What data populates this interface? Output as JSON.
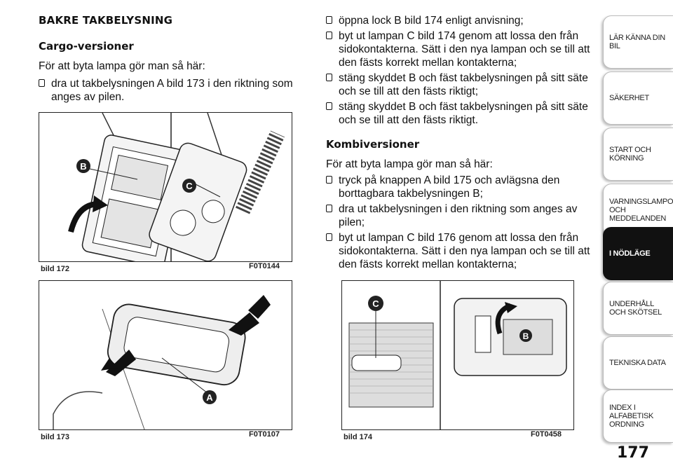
{
  "left": {
    "heading": "BAKRE TAKBELYSNING",
    "subheading": "Cargo-versioner",
    "intro": "För att byta lampa gör man så här:",
    "bullets": [
      "dra ut takbelysningen A bild 173 i den riktning som anges av pilen."
    ]
  },
  "right": {
    "bullets_top": [
      "öppna lock B bild 174 enligt anvisning;",
      "byt ut lampan C bild 174 genom att lossa den från sidokontakterna. Sätt i den nya lampan och se till att den fästs korrekt mellan kontakterna;",
      "stäng skyddet B och fäst takbelysningen på sitt säte och se till att den fästs riktigt;",
      "stäng skyddet B och fäst takbelysningen på sitt säte och se till att den fästs riktigt."
    ],
    "subheading": "Kombiversioner",
    "intro": "För att byta lampa gör man så här:",
    "bullets_bottom": [
      "tryck på knappen A bild 175 och avlägsna den borttagbara takbelysningen B;",
      "dra ut takbelysningen i den riktning som anges av pilen;",
      "byt ut lampan C bild 176 genom att lossa den från sidokontakterna. Sätt i den nya lampan och se till att den fästs korrekt mellan kontakterna;"
    ]
  },
  "figures": {
    "fig172": {
      "caption": "bild 172",
      "code": "F0T0144",
      "labels": [
        "B",
        "C"
      ]
    },
    "fig173": {
      "caption": "bild 173",
      "code": "F0T0107",
      "labels": [
        "A"
      ]
    },
    "fig174": {
      "caption": "bild 174",
      "code": "F0T0458",
      "labels": [
        "C",
        "B"
      ]
    }
  },
  "sidebar": {
    "tabs": [
      "LÄR KÄNNA DIN BIL",
      "SÄKERHET",
      "START OCH KÖRNING",
      "VARNINGSLAMPOR OCH MEDDELANDEN",
      "I NÖDLÄGE",
      "UNDERHÅLL OCH SKÖTSEL",
      "TEKNISKA DATA",
      "INDEX I ALFABETISK ORDNING"
    ],
    "active_index": 4
  },
  "page_number": "177",
  "colors": {
    "active_tab": "#111111",
    "text": "#111111"
  }
}
